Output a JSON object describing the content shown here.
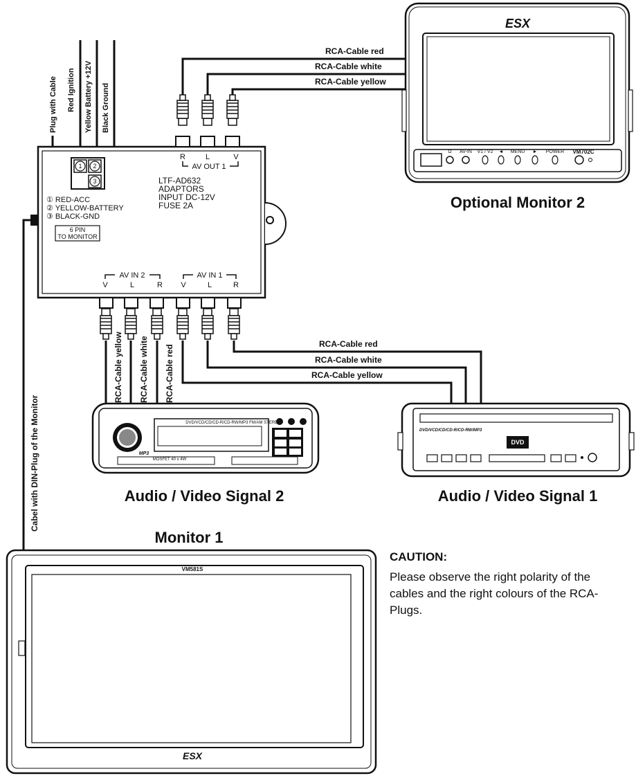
{
  "power": {
    "labels": [
      "Plug with Cable",
      "Red Ignition",
      "Yellow Battery +12V",
      "Black Ground"
    ],
    "pins": [
      "1",
      "2",
      "3"
    ],
    "legend": [
      "① RED-ACC",
      "② YELLOW-BATTERY",
      "③ BLACK-GND"
    ]
  },
  "adapter": {
    "text": [
      "LTF-AD632",
      "ADAPTORS",
      "INPUT DC-12V",
      "FUSE 2A"
    ],
    "pin_box": [
      "6 PIN",
      "TO MONITOR"
    ],
    "av_out": {
      "label": "AV OUT 1",
      "channels": [
        "R",
        "L",
        "V"
      ]
    },
    "av_in2": {
      "label": "AV IN 2",
      "channels": [
        "V",
        "L",
        "R"
      ]
    },
    "av_in1": {
      "label": "AV IN 1",
      "channels": [
        "V",
        "L",
        "R"
      ]
    }
  },
  "cables_top": [
    "RCA-Cable red",
    "RCA-Cable white",
    "RCA-Cable yellow"
  ],
  "cables_in2": [
    "RCA-Cable yellow",
    "RCA-Cable white",
    "RCA-Cable red"
  ],
  "cables_in1": [
    "RCA-Cable red",
    "RCA-Cable white",
    "RCA-Cable yellow"
  ],
  "din_cable": "Cabel with DIN-Plug of the Monitor",
  "monitor2": {
    "brand": "ESX",
    "model": "VM702C",
    "buttons": [
      "Ω",
      "AV-IN",
      "V1 / V2",
      "◄",
      "MENU",
      "►",
      "POWER"
    ],
    "caption": "Optional Monitor 2"
  },
  "source2": {
    "display_text": "DVD/VCD/CD/CD-R/CD-RW/MP3  FM/AM STEREO",
    "mp3": "MP3",
    "mosfet": "MOSFET 40 x 4W",
    "caption": "Audio / Video Signal 2"
  },
  "source1": {
    "strip": "DVD/VCD/CD/CD-R/CD-RW/MP3",
    "dvd": "DVD",
    "caption": "Audio / Video Signal 1"
  },
  "monitor1": {
    "caption": "Monitor 1",
    "model": "VM581S",
    "brand": "ESX"
  },
  "note": {
    "title": "CAUTION:",
    "body": "Please observe the right polarity of the cables and the right colours of the RCA-Plugs."
  }
}
